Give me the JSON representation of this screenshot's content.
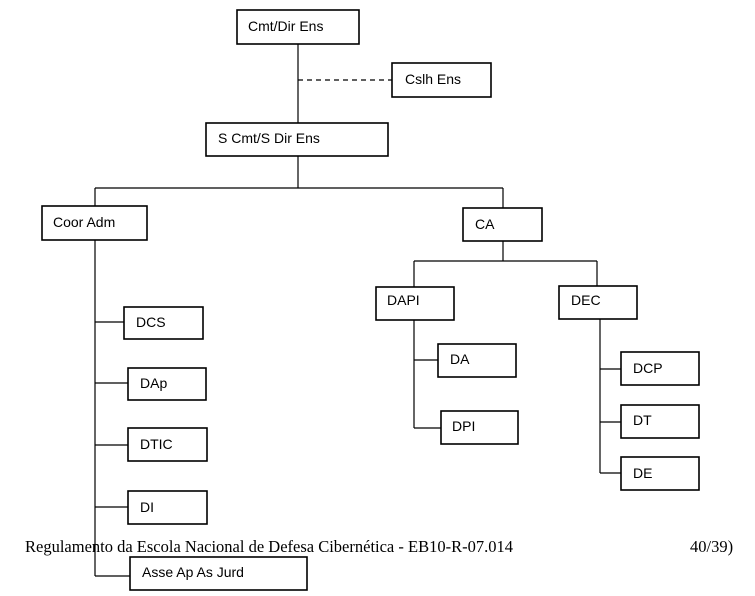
{
  "org_chart": {
    "root": "Cmt/Dir Ens",
    "advisory": "Cslh Ens",
    "deputy": "S Cmt/S Dir Ens",
    "coor_adm": {
      "label": "Coor Adm",
      "children": [
        "DCS",
        "DAp",
        "DTIC",
        "DI",
        "Asse Ap As Jurd"
      ]
    },
    "ca": {
      "label": "CA",
      "dapi": {
        "label": "DAPI",
        "children": [
          "DA",
          "DPI"
        ]
      },
      "dec": {
        "label": "DEC",
        "children": [
          "DCP",
          "DT",
          "DE"
        ]
      }
    }
  },
  "footer": {
    "title": "Regulamento da Escola Nacional de Defesa Cibernética - EB10-R-07.014",
    "page": "40/39)"
  }
}
